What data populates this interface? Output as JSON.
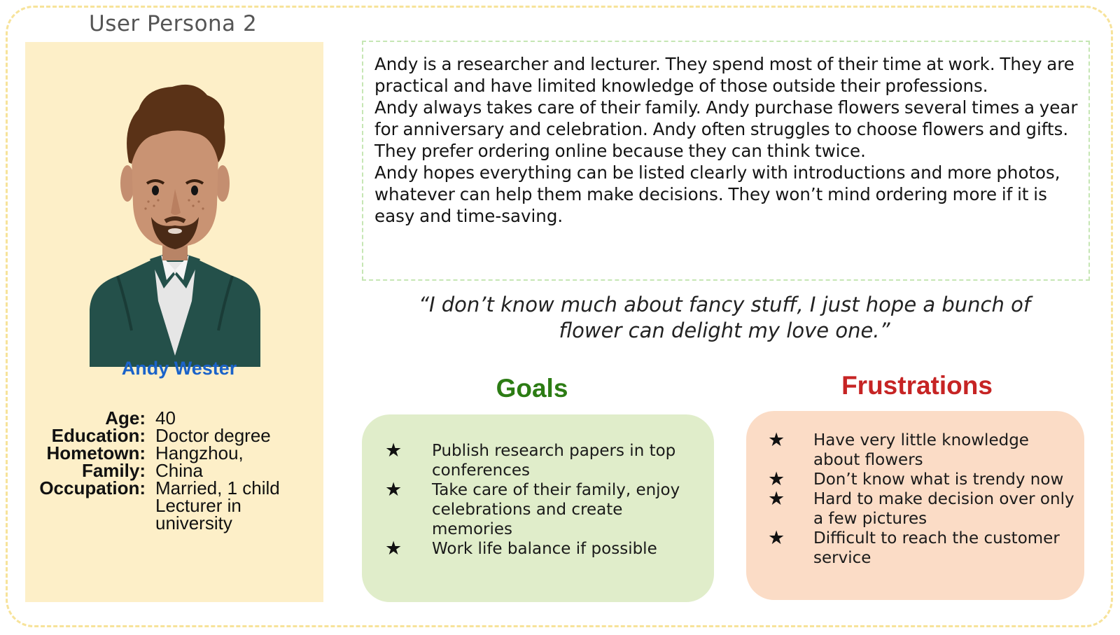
{
  "page": {
    "title": "User Persona 2"
  },
  "profile": {
    "name": "Andy Wester",
    "labels": [
      "Age:",
      "Education:",
      "Hometown:",
      "Family:",
      "Occupation:"
    ],
    "values": [
      "40",
      "Doctor degree",
      "Hangzhou,",
      "China",
      "Married, 1 child",
      "Lecturer in",
      "university"
    ]
  },
  "bio": {
    "paragraphs": [
      "Andy is a researcher and lecturer. They spend most of their time at work. They are practical and have limited knowledge of those outside their professions.",
      "Andy always takes care of their family. Andy purchase flowers several times a year for anniversary and celebration. Andy often struggles to choose flowers and gifts. They prefer ordering online because they can think twice.",
      "Andy hopes everything can be listed clearly with introductions and more photos, whatever can help them make decisions. They won’t mind ordering more if it is easy and time-saving."
    ]
  },
  "quote": {
    "line1": "“I don’t know much about fancy stuff, I just hope a bunch of",
    "line2": "flower can delight my love one.”"
  },
  "goals": {
    "heading": "Goals",
    "items": [
      "Publish research papers in top conferences",
      "Take care of their family, enjoy celebrations and create memories",
      "Work life balance if possible"
    ]
  },
  "frustrations": {
    "heading": "Frustrations",
    "items": [
      "Have very little knowledge about flowers",
      "Don’t know what is trendy now",
      "Hard to make decision over only a few pictures",
      "Difficult to reach the customer service"
    ]
  },
  "bullet_symbol": "★",
  "colors": {
    "name": "#1b63c9",
    "goals_heading": "#2c7c14",
    "frustrations_heading": "#c62424",
    "profile_bg": "#fdefc8",
    "goals_bg": "#e0edca",
    "frustrations_bg": "#fbdcc6"
  }
}
